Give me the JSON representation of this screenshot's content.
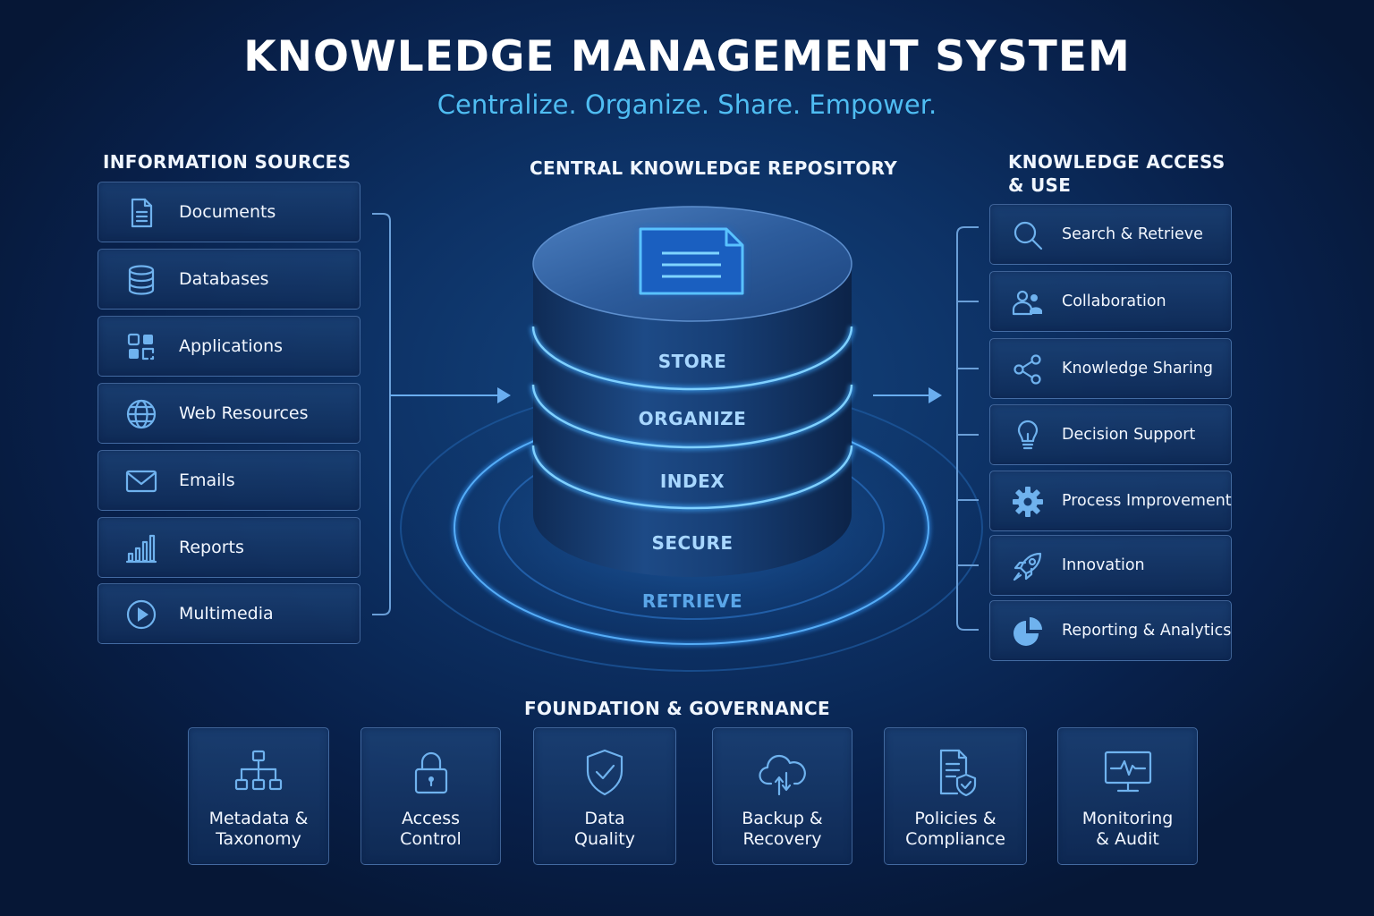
{
  "header": {
    "title": "KNOWLEDGE MANAGEMENT SYSTEM",
    "tagline": "Centralize. Organize. Share. Empower."
  },
  "sources": {
    "title": "INFORMATION SOURCES",
    "items": [
      {
        "label": "Documents",
        "icon": "document-icon"
      },
      {
        "label": "Databases",
        "icon": "database-icon"
      },
      {
        "label": "Applications",
        "icon": "applications-grid-icon"
      },
      {
        "label": "Web Resources",
        "icon": "globe-icon"
      },
      {
        "label": "Emails",
        "icon": "envelope-icon"
      },
      {
        "label": "Reports",
        "icon": "bar-chart-icon"
      },
      {
        "label": "Multimedia",
        "icon": "play-icon"
      }
    ]
  },
  "repository": {
    "title": "CENTRAL KNOWLEDGE REPOSITORY",
    "layers": [
      "STORE",
      "ORGANIZE",
      "INDEX",
      "SECURE",
      "RETRIEVE"
    ],
    "icon": "document-icon"
  },
  "access": {
    "title_line1": "KNOWLEDGE ACCESS",
    "title_line2": "& USE",
    "items": [
      {
        "label": "Search & Retrieve",
        "icon": "search-icon"
      },
      {
        "label": "Collaboration",
        "icon": "users-icon"
      },
      {
        "label": "Knowledge Sharing",
        "icon": "share-icon"
      },
      {
        "label": "Decision Support",
        "icon": "lightbulb-icon"
      },
      {
        "label": "Process Improvement",
        "icon": "gear-icon"
      },
      {
        "label": "Innovation",
        "icon": "rocket-icon"
      },
      {
        "label": "Reporting & Analytics",
        "icon": "pie-chart-icon"
      }
    ]
  },
  "foundation": {
    "title": "FOUNDATION & GOVERNANCE",
    "items": [
      {
        "line1": "Metadata &",
        "line2": "Taxonomy",
        "icon": "hierarchy-icon"
      },
      {
        "line1": "Access",
        "line2": "Control",
        "icon": "lock-icon"
      },
      {
        "line1": "Data",
        "line2": "Quality",
        "icon": "shield-check-icon"
      },
      {
        "line1": "Backup &",
        "line2": "Recovery",
        "icon": "cloud-sync-icon"
      },
      {
        "line1": "Policies &",
        "line2": "Compliance",
        "icon": "policy-document-icon"
      },
      {
        "line1": "Monitoring",
        "line2": "& Audit",
        "icon": "monitor-pulse-icon"
      }
    ]
  },
  "colors": {
    "background": "#0d3266",
    "accent": "#4fbdf2",
    "glow": "#3fa9ff",
    "icon": "#6fb2ee"
  }
}
